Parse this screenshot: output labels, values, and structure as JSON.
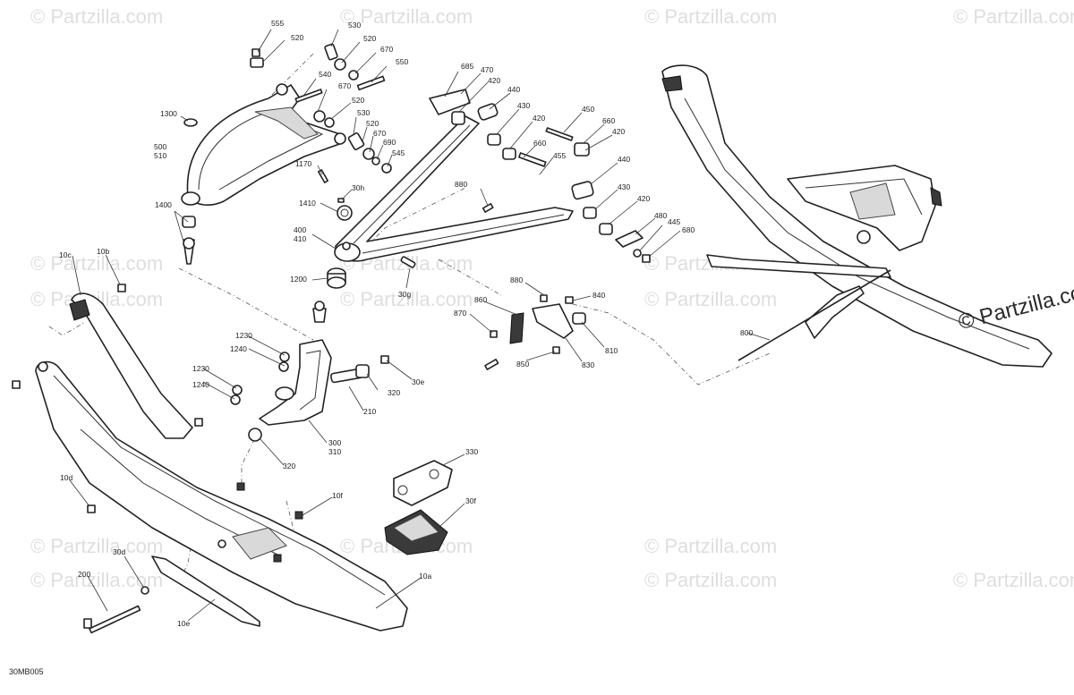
{
  "watermarks": {
    "text": "© Partzilla.com",
    "strong_text": "© Partzilla.com"
  },
  "diagram_code": "30MB005",
  "callouts": {
    "c555": "555",
    "c520a": "520",
    "c530a": "530",
    "c520b": "520",
    "c670a": "670",
    "c550": "550",
    "c540": "540",
    "c670b": "670",
    "c520c": "520",
    "c1300": "1300",
    "c530b": "530",
    "c520d": "520",
    "c500": "500",
    "c510": "510",
    "c670c": "670",
    "c690": "690",
    "c545": "545",
    "c685": "685",
    "c470": "470",
    "c420a": "420",
    "c440a": "440",
    "c430a": "430",
    "c420b": "420",
    "c450": "450",
    "c660a": "660",
    "c420c": "420",
    "c660b": "660",
    "c455": "455",
    "c440b": "440",
    "c430b": "430",
    "c420d": "420",
    "c480": "480",
    "c445": "445",
    "c680": "680",
    "c1170": "1170",
    "c30h": "30h",
    "c1410": "1410",
    "c880a": "880",
    "c1400": "1400",
    "c400": "400",
    "c410": "410",
    "c10c": "10c",
    "c10b": "10b",
    "c1200": "1200",
    "c30g": "30g",
    "c880b": "880",
    "c840": "840",
    "c860": "860",
    "c870": "870",
    "c810": "810",
    "c850": "850",
    "c830": "830",
    "c800": "800",
    "c1230a": "1230",
    "c1240a": "1240",
    "c1230b": "1230",
    "c1240b": "1240",
    "c30e": "30e",
    "c320a": "320",
    "c210": "210",
    "c300": "300",
    "c310": "310",
    "c320b": "320",
    "c10d": "10d",
    "c10f": "10f",
    "c330": "330",
    "c30f": "30f",
    "c30d": "30d",
    "c200": "200",
    "c10a": "10a",
    "c10e": "10e"
  }
}
